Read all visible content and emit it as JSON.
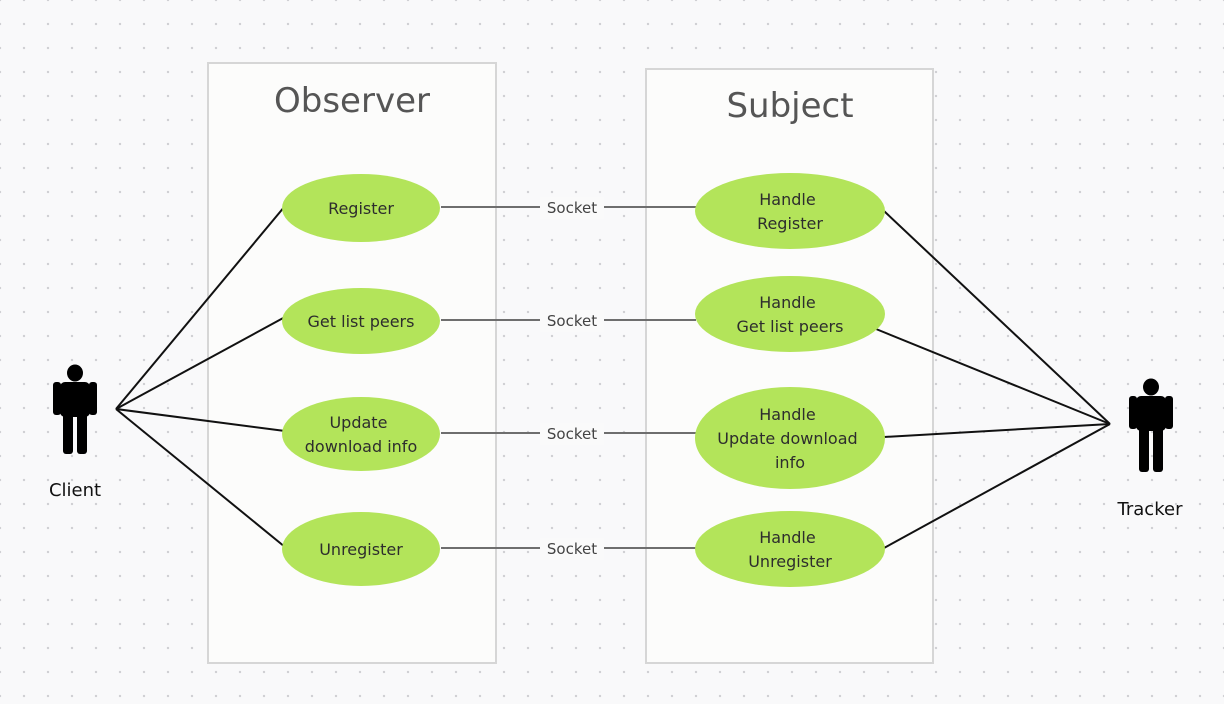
{
  "frames": {
    "observer": "Observer",
    "subject": "Subject"
  },
  "actors": {
    "client": "Client",
    "tracker": "Tracker"
  },
  "observer_usecases": [
    [
      "Register"
    ],
    [
      "Get list peers"
    ],
    [
      "Update",
      "download info"
    ],
    [
      "Unregister"
    ]
  ],
  "subject_usecases": [
    [
      "Handle",
      "Register"
    ],
    [
      "Handle",
      "Get list peers"
    ],
    [
      "Handle",
      "Update download",
      "info"
    ],
    [
      "Handle",
      "Unregister"
    ]
  ],
  "connections": [
    "Socket",
    "Socket",
    "Socket",
    "Socket"
  ],
  "colors": {
    "usecase_fill": "#b3e45a",
    "frame_border": "#d6d6d6",
    "actor": "#000000"
  }
}
